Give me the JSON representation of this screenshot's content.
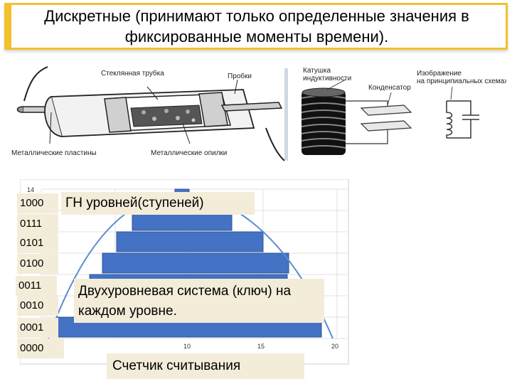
{
  "title": "Дискретные (принимают только определенные  значения в фиксированные моменты времени).",
  "coherer_figure": {
    "label_tube": "Стеклянная трубка",
    "label_plugs": "Пробки",
    "label_plates": "Металлические пластины",
    "label_filings": "Металлические опилки"
  },
  "lc_figure": {
    "label_coil": "Катушка индуктивности",
    "label_capacitor": "Конденсатор",
    "label_schematic": "Изображение на принципиальных схемах"
  },
  "chart": {
    "y_ticks": [
      "14"
    ],
    "x_ticks": [
      "10",
      "15",
      "20"
    ],
    "levels": [
      "1000",
      "0111",
      "0101",
      "0100",
      "0011",
      "0010",
      "0001",
      "0000"
    ],
    "gn_label": "ГН уровней(ступеней)",
    "two_level_label": "Двухуровневая система (ключ) на каждом уровне.",
    "counter_label": "Счетчик считывания"
  },
  "colors": {
    "accent": "#f2c12e",
    "bars": "#4472c4",
    "bars_edge": "#2f5597",
    "curve": "#5b8dd0",
    "label_bg": "#f3ecd9"
  }
}
